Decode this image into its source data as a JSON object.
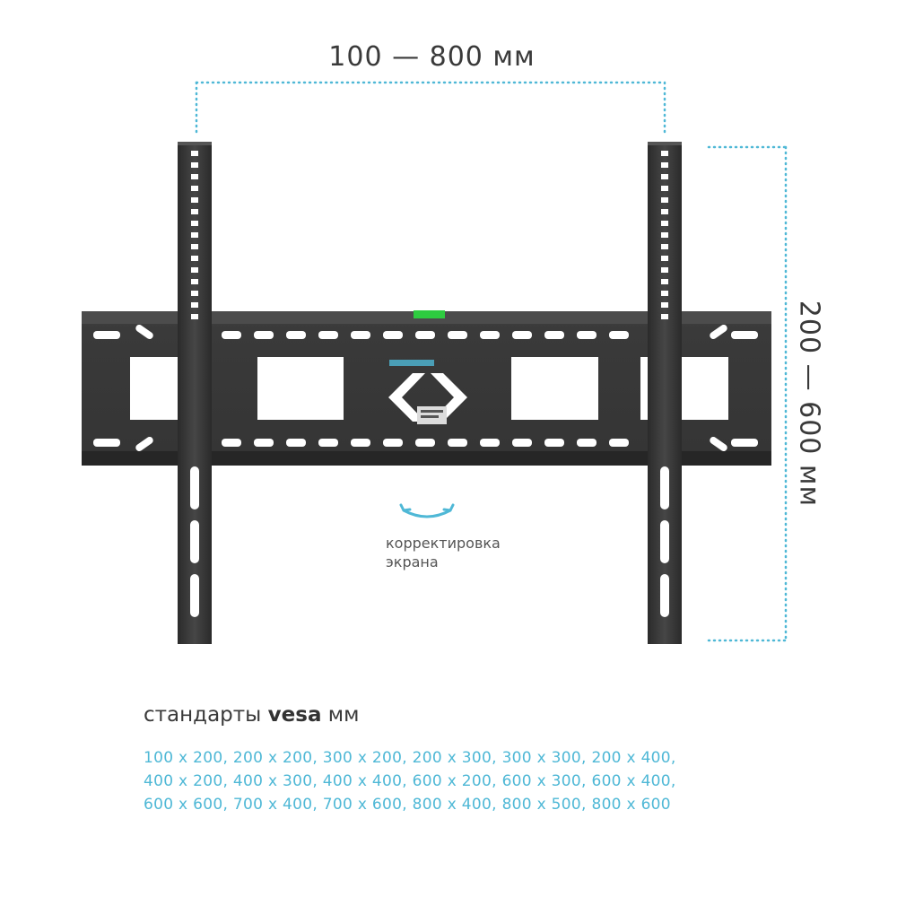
{
  "dimensions": {
    "width_range": "100 — 800 мм",
    "height_range": "200 — 600 мм"
  },
  "adjustment": {
    "line1": "корректировка",
    "line2": "экрана"
  },
  "vesa": {
    "heading_prefix": "стандарты",
    "heading_bold": "vesa",
    "heading_suffix": "мм",
    "sizes": [
      [
        "100 x 200,",
        "200 x 200,",
        "300 x 200,",
        "200 x 300,",
        "300 x 300,",
        "200 x 400,"
      ],
      [
        "400 x 200,",
        "400 x 300,",
        "400 x 400,",
        "600 x 200,",
        "600 x 300,",
        "600 x 400,"
      ],
      [
        "600 x 600,",
        "700 x 400,",
        "700 x 600,",
        "800 x 400,",
        "800 x 500,",
        "800 x 600"
      ]
    ]
  },
  "colors": {
    "accent": "#4fb8d6",
    "metal": "#3b3b3b",
    "level": "#2ecc40"
  },
  "icons": {
    "bracket": "tv-wall-mount-bracket",
    "tilt": "tilt-arrows-icon"
  }
}
